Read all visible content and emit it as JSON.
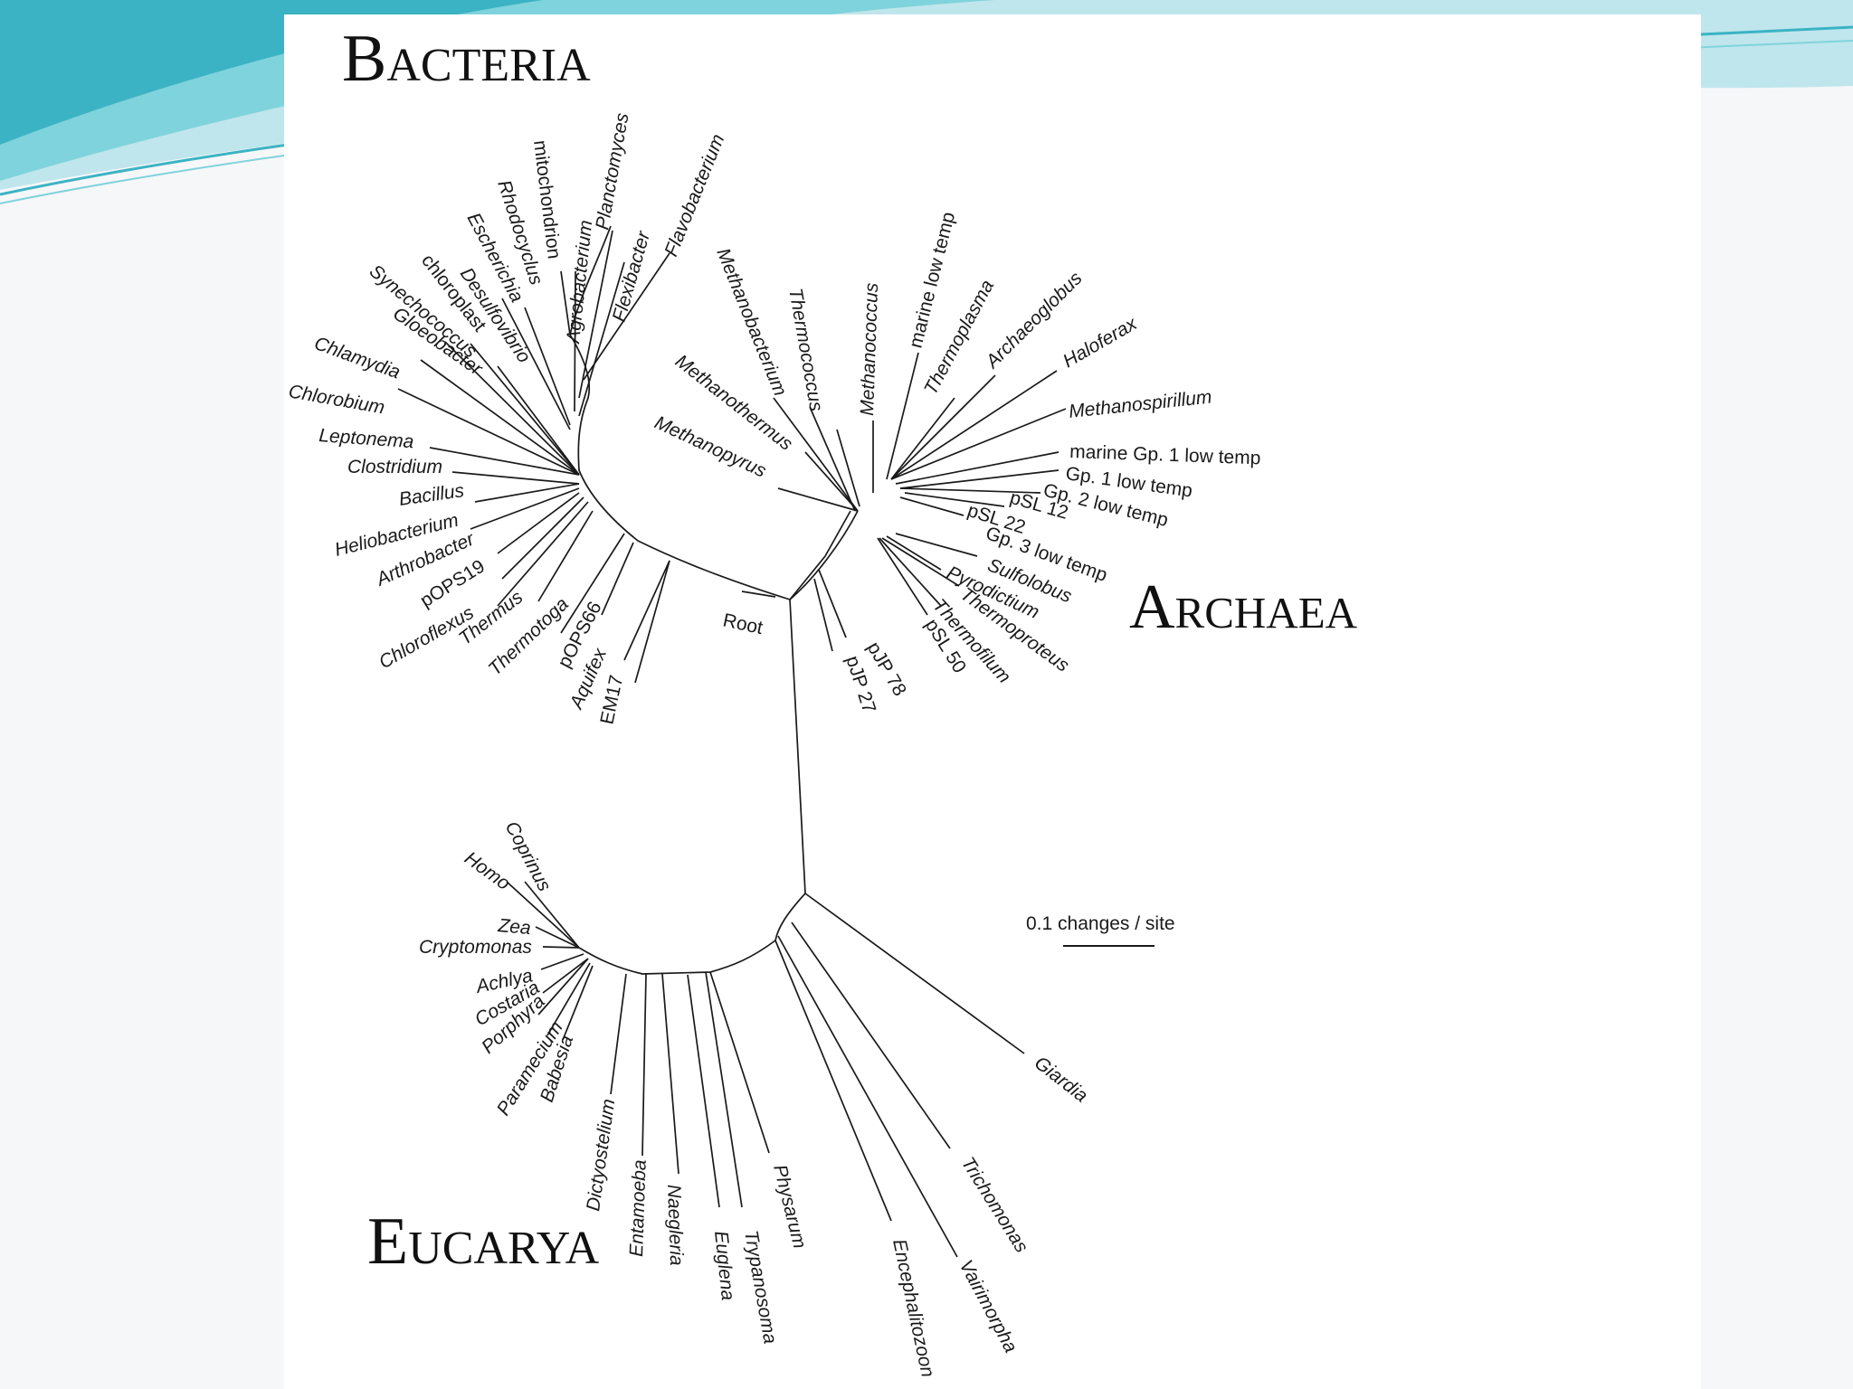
{
  "slide": {
    "background_colors": {
      "slide": "#f6f7f9",
      "swoosh_light": "#bfe6ec",
      "swoosh_mid": "#7fd3dc",
      "swoosh_dark": "#3bb3c4",
      "panel": "#ffffff"
    }
  },
  "domains": {
    "bacteria": "Bacteria",
    "archaea": "Archaea",
    "eucarya": "Eucarya"
  },
  "root_label": "Root",
  "scale_bar": {
    "label": "0.1 changes / site",
    "value": 0.1
  },
  "bacteria_leaves": {
    "mitochondrion": "mitochondrion",
    "planctomyces": "Planctomyces",
    "flavobacterium": "Flavobacterium",
    "rhodocyclus": "Rhodocyclus",
    "agrobacterium": "Agrobacterium",
    "flexibacter": "Flexibacter",
    "escherichia": "Escherichia",
    "desulfovibrio": "Desulfovibrio",
    "chloroplast": "chloroplast",
    "synechococcus": "Synechococcus",
    "gloeobacter": "Gloeobacter",
    "chlamydia": "Chlamydia",
    "chlorobium": "Chlorobium",
    "leptonema": "Leptonema",
    "clostridium": "Clostridium",
    "bacillus": "Bacillus",
    "heliobacterium": "Heliobacterium",
    "arthrobacter": "Arthrobacter",
    "pops19": "pOPS19",
    "chloroflexus": "Chloroflexus",
    "thermus": "Thermus",
    "thermotoga": "Thermotoga",
    "pops66": "pOPS66",
    "aquifex": "Aquifex",
    "em17": "EM17"
  },
  "archaea_leaves": {
    "methanobacterium": "Methanobacterium",
    "thermococcus": "Thermococcus",
    "methanococcus": "Methanococcus",
    "marine_low_temp": "marine low temp",
    "thermoplasma": "Thermoplasma",
    "archaeoglobus": "Archaeoglobus",
    "haloferax": "Haloferax",
    "methanospirillum": "Methanospirillum",
    "methanothermus": "Methanothermus",
    "methanopyrus": "Methanopyrus",
    "marine_gp1": "marine Gp. 1 low temp",
    "gp1": "Gp. 1 low temp",
    "gp2": "Gp. 2 low temp",
    "psl12": "pSL 12",
    "psl22": "pSL 22",
    "gp3": "Gp. 3 low temp",
    "sulfolobus": "Sulfolobus",
    "pyrodictium": "Pyrodictium",
    "thermoproteus": "Thermoproteus",
    "thermofilum": "Thermofilum",
    "psl50": "pSL 50",
    "pjp78": "pJP 78",
    "pjp27": "pJP 27"
  },
  "eucarya_leaves": {
    "coprinus": "Coprinus",
    "homo": "Homo",
    "zea": "Zea",
    "cryptomonas": "Cryptomonas",
    "achlya": "Achlya",
    "costaria": "Costaria",
    "porphyra": "Porphyra",
    "paramecium": "Paramecium",
    "babesia": "Babesia",
    "dictyostelium": "Dictyostelium",
    "entamoeba": "Entamoeba",
    "naegleria": "Naegleria",
    "euglena": "Euglena",
    "trypanosoma": "Trypanosoma",
    "physarum": "Physarum",
    "encephalitozoon": "Encephalitozoon",
    "vairimorpha": "Vairimorpha",
    "trichomonas": "Trichomonas",
    "giardia": "Giardia"
  }
}
